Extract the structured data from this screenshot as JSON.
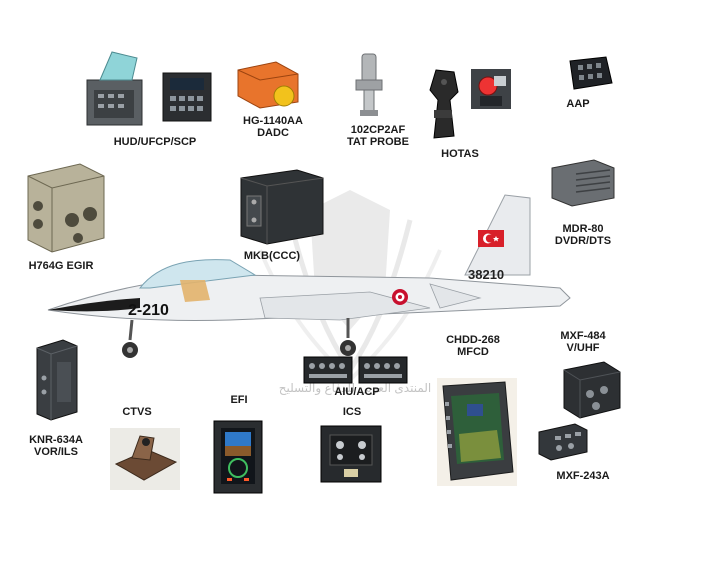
{
  "components": {
    "hud": {
      "lines": [
        "HUD/UFCP/SCP"
      ]
    },
    "dadc": {
      "lines": [
        "HG-1140AA",
        "DADC"
      ]
    },
    "tat": {
      "lines": [
        "102CP2AF",
        "TAT PROBE"
      ]
    },
    "hotas": {
      "lines": [
        "HOTAS"
      ]
    },
    "aap": {
      "lines": [
        "AAP"
      ]
    },
    "egir": {
      "lines": [
        "H764G EGIR"
      ]
    },
    "mkb": {
      "lines": [
        "MKB(CCC)"
      ]
    },
    "mdr": {
      "lines": [
        "MDR-80",
        "DVDR/DTS"
      ]
    },
    "chdd": {
      "lines": [
        "CHDD-268",
        "MFCD"
      ]
    },
    "mxf484": {
      "lines": [
        "MXF-484",
        "V/UHF"
      ]
    },
    "aiu": {
      "lines": [
        "AIU/ACP"
      ]
    },
    "knr": {
      "lines": [
        "KNR-634A",
        "VOR/ILS"
      ]
    },
    "ctvs": {
      "lines": [
        "CTVS"
      ]
    },
    "efi": {
      "lines": [
        "EFI"
      ]
    },
    "ics": {
      "lines": [
        "ICS"
      ]
    },
    "mxf243": {
      "lines": [
        "MXF-243A"
      ]
    }
  },
  "aircraft": {
    "nose_number": "2-210",
    "tail_number": "38210"
  },
  "watermark": {
    "text": "المنتدى العربي للدفاع والتسليح"
  },
  "colors": {
    "label": "#1a1a1a",
    "fuselage": "#eef0f2",
    "nose_stripe": "#1c1c1c",
    "flag_red": "#d8202a",
    "roundel_red": "#c8102e"
  }
}
